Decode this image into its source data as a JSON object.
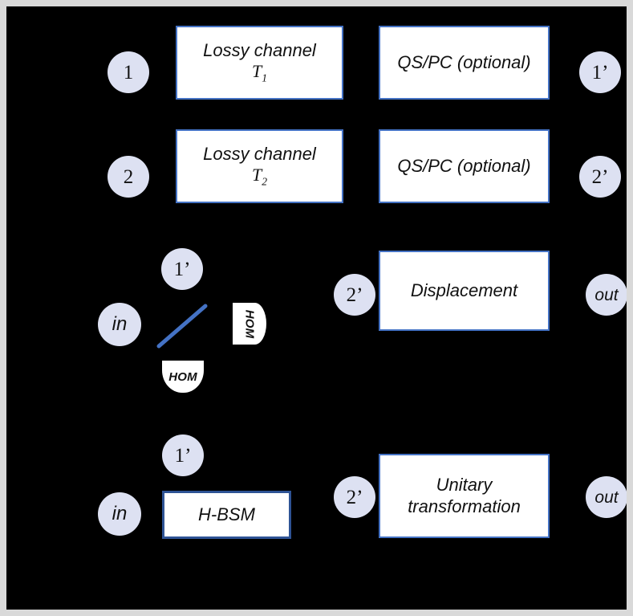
{
  "figure": {
    "canvas_bg": "#000000",
    "frame_color": "#d9d9d9",
    "node_fill": "#dde1f2",
    "box_fill": "#ffffff",
    "box_border": "#4472c4",
    "box_border_strong": "#2e5395",
    "beamsplitter_color": "#4472c4"
  },
  "rows": {
    "row1": {
      "input_node": "1",
      "box1_line1": "Lossy channel",
      "box1_var": "T",
      "box1_sub": "1",
      "box2": "QS/PC (optional)",
      "output_node": "1’"
    },
    "row2": {
      "input_node": "2",
      "box1_line1": "Lossy channel",
      "box1_var": "T",
      "box1_sub": "2",
      "box2": "QS/PC (optional)",
      "output_node": "2’"
    },
    "row3": {
      "input_node": "in",
      "top_node": "1’",
      "detector_right": "HOM",
      "detector_bottom": "HOM",
      "mid_node": "2’",
      "box": "Displacement",
      "output_node": "out"
    },
    "row4": {
      "input_node": "in",
      "top_node": "1’",
      "box_left": "H-BSM",
      "mid_node": "2’",
      "box_right_line1": "Unitary",
      "box_right_line2": "transformation",
      "output_node": "out"
    }
  }
}
